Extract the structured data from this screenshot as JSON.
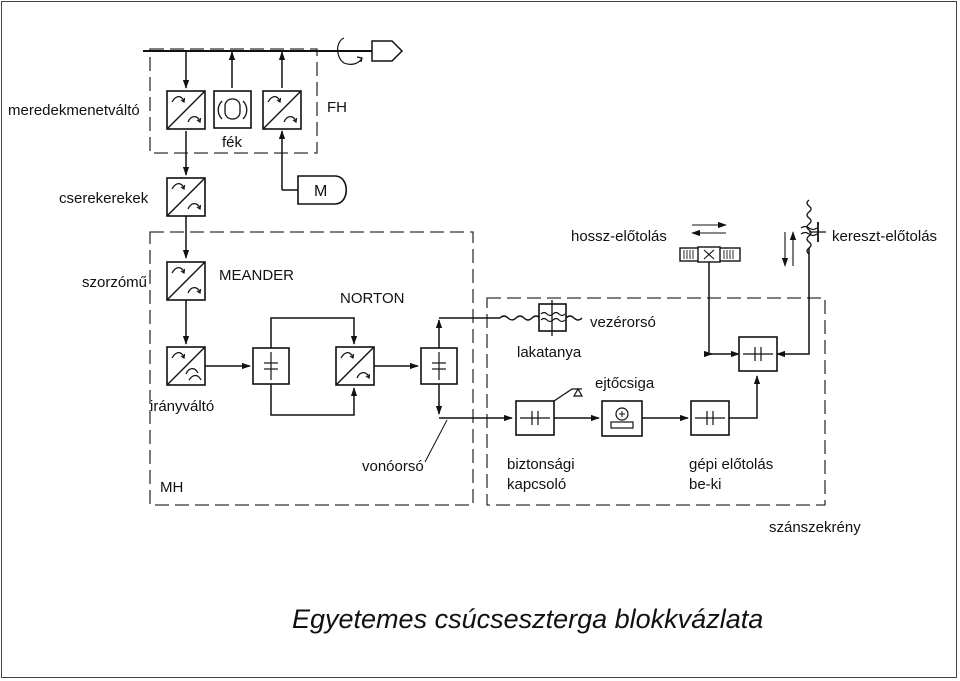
{
  "diagram": {
    "title": "Egyetemes csúcseszterga blokkvázlata",
    "labels": {
      "meredekmenetvalto": "meredekmenetváltó",
      "fek": "fék",
      "fh": "FH",
      "cserekerekek": "cserekerekek",
      "motor": "M",
      "szorzomu": "szorzómű",
      "meander": "MEANDER",
      "norton": "NORTON",
      "iranyvalto": "irányváltó",
      "mh": "MH",
      "vonoorso": "vonóorsó",
      "hossz_elotolas": "hossz-előtolás",
      "kereszt_elotolas": "kereszt-előtolás",
      "vezerorso": "vezérorsó",
      "lakatanya": "lakatanya",
      "ejtocsiga": "ejtőcsiga",
      "biztonsagi_line1": "biztonsági",
      "biztonsagi_line2": "kapcsoló",
      "gepi_line1": "gépi előtolás",
      "gepi_line2": "be-ki",
      "szanszekreny": "szánszekrény"
    }
  }
}
